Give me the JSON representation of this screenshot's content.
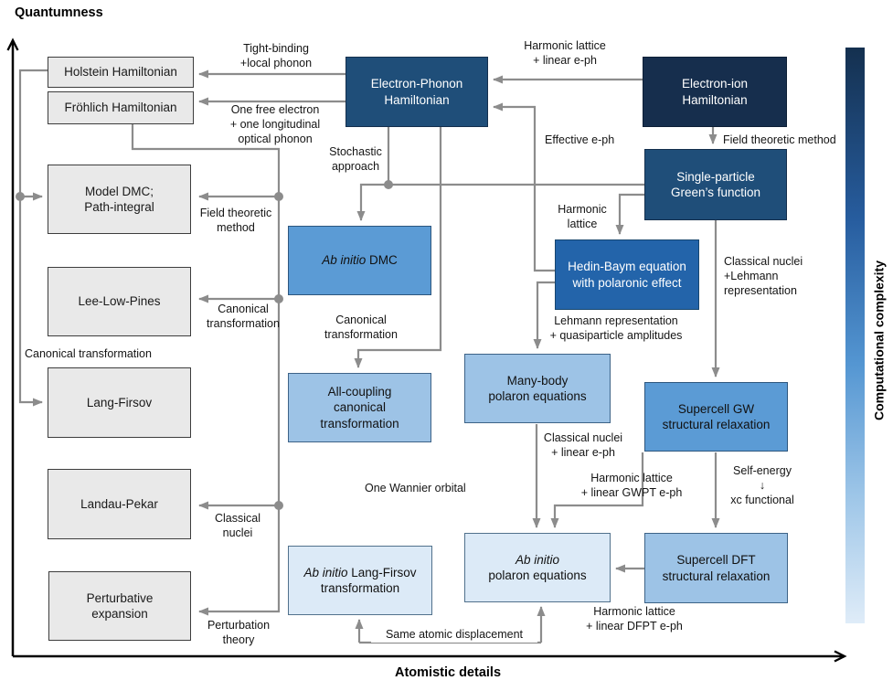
{
  "axes": {
    "y_label": "Quantumness",
    "x_label": "Atomistic details"
  },
  "colorbar": {
    "label": "Computational complexity",
    "top_color": "#14304f",
    "bottom_color": "#dfecf8"
  },
  "palette": {
    "navy": "#162e4d",
    "dark_blue": "#1f4e79",
    "hedin_blue": "#2364aa",
    "medium_blue": "#5b9bd5",
    "light_blue": "#9dc3e6",
    "pale_blue": "#dceaf7",
    "gray_box": "#e9e9e9",
    "connector_gray": "#8c8c8c"
  },
  "nodes": {
    "holstein": {
      "label": "Holstein Hamiltonian"
    },
    "frohlich": {
      "label": "Fröhlich Hamiltonian"
    },
    "model_dmc": {
      "label": "Model DMC;\nPath-integral"
    },
    "lee_low_pines": {
      "label": "Lee-Low-Pines"
    },
    "lang_firsov": {
      "label": "Lang-Firsov"
    },
    "landau_pekar": {
      "label": "Landau-Pekar"
    },
    "perturbative": {
      "label": "Perturbative\nexpansion"
    },
    "eph": {
      "label": "Electron-Phonon\nHamiltonian"
    },
    "eion": {
      "label": "Electron-ion\nHamiltonian"
    },
    "greens": {
      "label": "Single-particle\nGreen’s function"
    },
    "ab_dmc": {
      "italic": "Ab initio",
      "rest": " DMC"
    },
    "hedin": {
      "label": "Hedin-Baym equation\nwith polaronic effect"
    },
    "all_coupling": {
      "label": "All-coupling\ncanonical\ntransformation"
    },
    "many_body": {
      "label": "Many-body\npolaron equations"
    },
    "supercell_gw": {
      "label": "Supercell GW\nstructural relaxation"
    },
    "ab_lang_firsov": {
      "italic": "Ab initio",
      "rest": " Lang-Firsov\ntransformation"
    },
    "ab_polaron": {
      "italic": "Ab initio",
      "rest": "\npolaron equations"
    },
    "supercell_dft": {
      "label": "Supercell DFT\nstructural relaxation"
    }
  },
  "edge_labels": {
    "tight_binding": "Tight-binding\n+local phonon",
    "one_free_electron": "One free electron\n+ one longitudinal\noptical phonon",
    "harmonic_linear_eph": "Harmonic lattice\n+ linear e-ph",
    "field_theoretic_method_right": "Field theoretic method",
    "stochastic_approach": "Stochastic\napproach",
    "effective_eph": "Effective e-ph",
    "harmonic_lattice": "Harmonic\nlattice",
    "field_theoretic_method_left": "Field theoretic\nmethod",
    "canonical_transformation_lee": "Canonical\ntransformation",
    "canonical_transformation_langfirsov": "Canonical transformation",
    "classical_nuclei_left": "Classical\nnuclei",
    "perturbation_theory": "Perturbation\ntheory",
    "canonical_transformation_mid": "Canonical\ntransformation",
    "lehmann_quasiparticle": "Lehmann representation\n+ quasiparticle amplitudes",
    "classical_lehmann": "Classical nuclei\n+Lehmann\nrepresentation",
    "one_wannier": "One Wannier orbital",
    "classical_linear_eph": "Classical nuclei\n+ linear e-ph",
    "harmonic_gwpt": "Harmonic lattice\n+ linear GWPT e-ph",
    "self_energy_xc": "Self-energy\n↓\nxc functional",
    "harmonic_dfpt": "Harmonic lattice\n+ linear DFPT e-ph",
    "same_atomic": "Same atomic displacement"
  }
}
